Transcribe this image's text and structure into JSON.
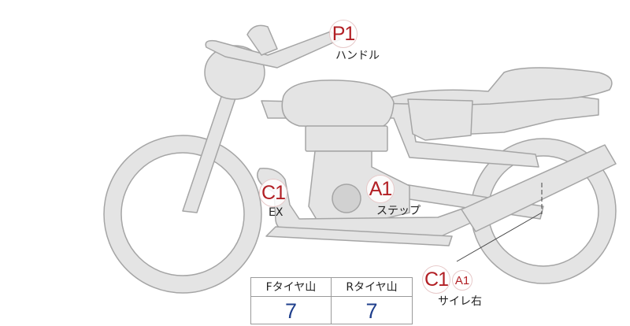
{
  "markers": {
    "handle": {
      "code": "P1",
      "label": "ハンドル"
    },
    "ex": {
      "code": "C1",
      "label": "EX"
    },
    "step": {
      "code": "A1",
      "label": "ステップ"
    },
    "silencer_right": {
      "code": "C1",
      "code2": "A1",
      "label": "サイレ右"
    }
  },
  "tire_table": {
    "headers": [
      "Fタイヤ山",
      "Rタイヤ山"
    ],
    "values": [
      "7",
      "7"
    ]
  },
  "colors": {
    "body_fill": "#e4e4e4",
    "body_stroke": "#a5a5a5",
    "marker_text": "#b21f24",
    "value_text": "#1f3f8c"
  }
}
